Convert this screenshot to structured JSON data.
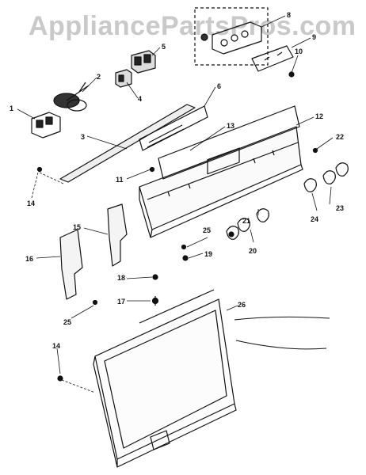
{
  "watermark": "AppliancePartsPros.com",
  "callouts": [
    {
      "id": "c1",
      "text": "1"
    },
    {
      "id": "c2",
      "text": "2"
    },
    {
      "id": "c3",
      "text": "3"
    },
    {
      "id": "c4",
      "text": "4"
    },
    {
      "id": "c5",
      "text": "5"
    },
    {
      "id": "c6",
      "text": "6"
    },
    {
      "id": "c8",
      "text": "8"
    },
    {
      "id": "c9",
      "text": "9"
    },
    {
      "id": "c10",
      "text": "10"
    },
    {
      "id": "c11",
      "text": "11"
    },
    {
      "id": "c12",
      "text": "12"
    },
    {
      "id": "c13",
      "text": "13"
    },
    {
      "id": "c14a",
      "text": "14"
    },
    {
      "id": "c14b",
      "text": "14"
    },
    {
      "id": "c15",
      "text": "15"
    },
    {
      "id": "c16",
      "text": "16"
    },
    {
      "id": "c17",
      "text": "17"
    },
    {
      "id": "c18",
      "text": "18"
    },
    {
      "id": "c19",
      "text": "19"
    },
    {
      "id": "c20",
      "text": "20"
    },
    {
      "id": "c21",
      "text": "21"
    },
    {
      "id": "c22",
      "text": "22"
    },
    {
      "id": "c23",
      "text": "23"
    },
    {
      "id": "c24",
      "text": "24"
    },
    {
      "id": "c25a",
      "text": "25"
    },
    {
      "id": "c25b",
      "text": "25"
    },
    {
      "id": "c26",
      "text": "26"
    }
  ]
}
